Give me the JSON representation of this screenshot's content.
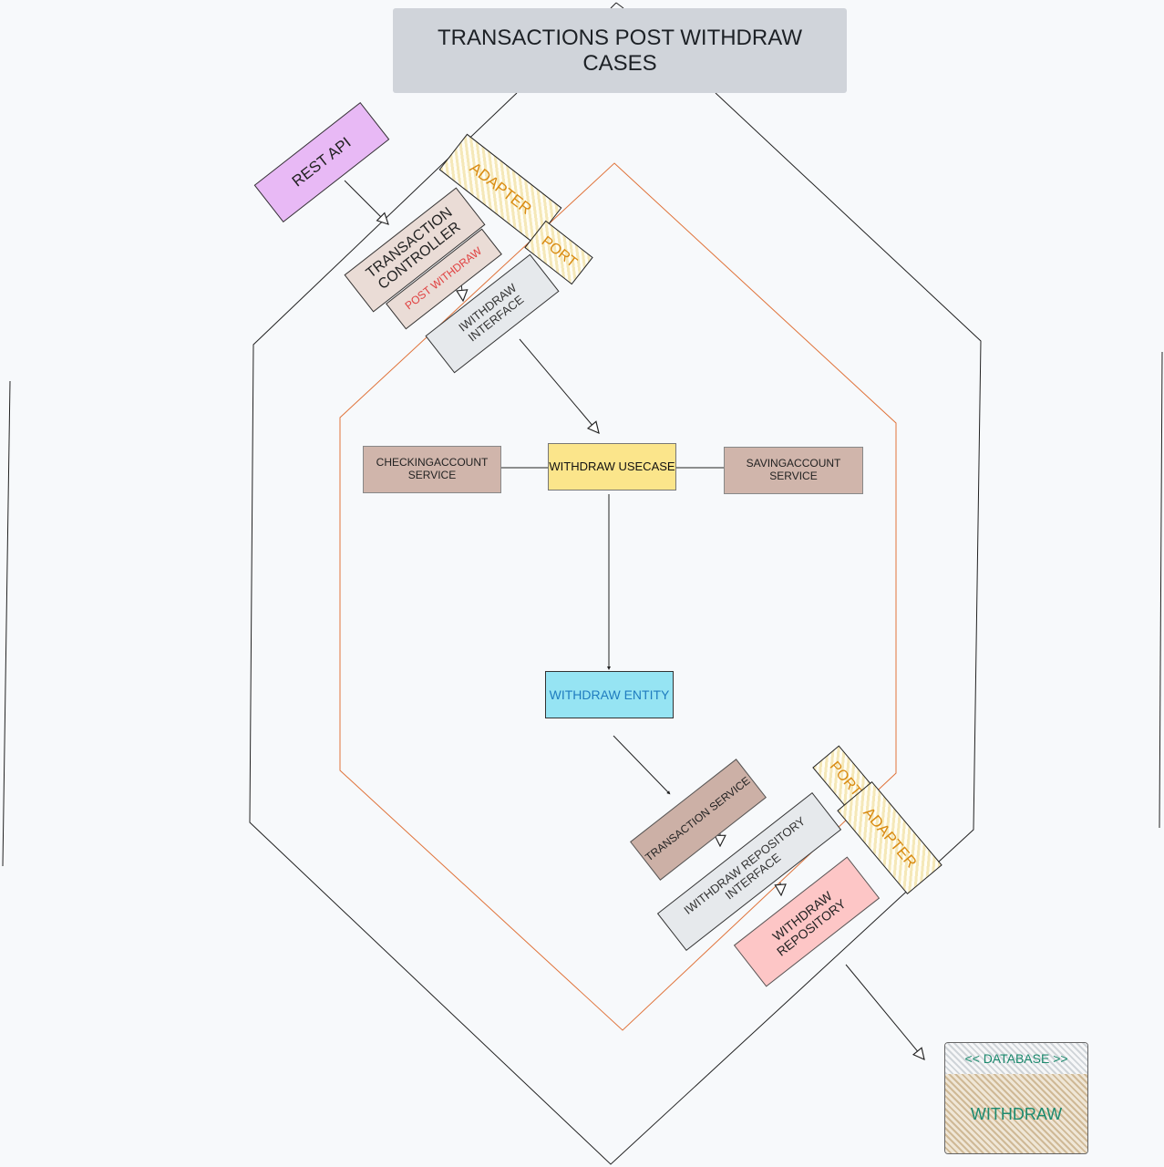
{
  "diagram": {
    "title": "TRANSACTIONS POST WITHDRAW CASES",
    "rest_api": "REST API",
    "adapter_top": "ADAPTER",
    "port_top": "PORT",
    "transaction_controller": "TRANSACTION CONTROLLER",
    "post_withdraw": "POST WITHDRAW",
    "iwithdraw_interface": "IWITHDRAW INTERFACE",
    "checking_service": "CHECKINGACCOUNT SERVICE",
    "withdraw_usecase": "WITHDRAW USECASE",
    "saving_service": "SAVINGACCOUNT SERVICE",
    "withdraw_entity": "WITHDRAW ENTITY",
    "transaction_service": "TRANSACTION SERVICE",
    "port_bottom": "PORT",
    "adapter_bottom": "ADAPTER",
    "repository_interface": "IWITHDRAW REPOSITORY INTERFACE",
    "withdraw_repository": "WITHDRAW REPOSITORY",
    "database_stereotype": "<< DATABASE >>",
    "database_name": "WITHDRAW"
  },
  "colors": {
    "outer_hexagon": "#222222",
    "inner_hexagon": "#e0733a",
    "port_adapter_text": "#d98b12",
    "database_text": "#1c8a6e"
  }
}
